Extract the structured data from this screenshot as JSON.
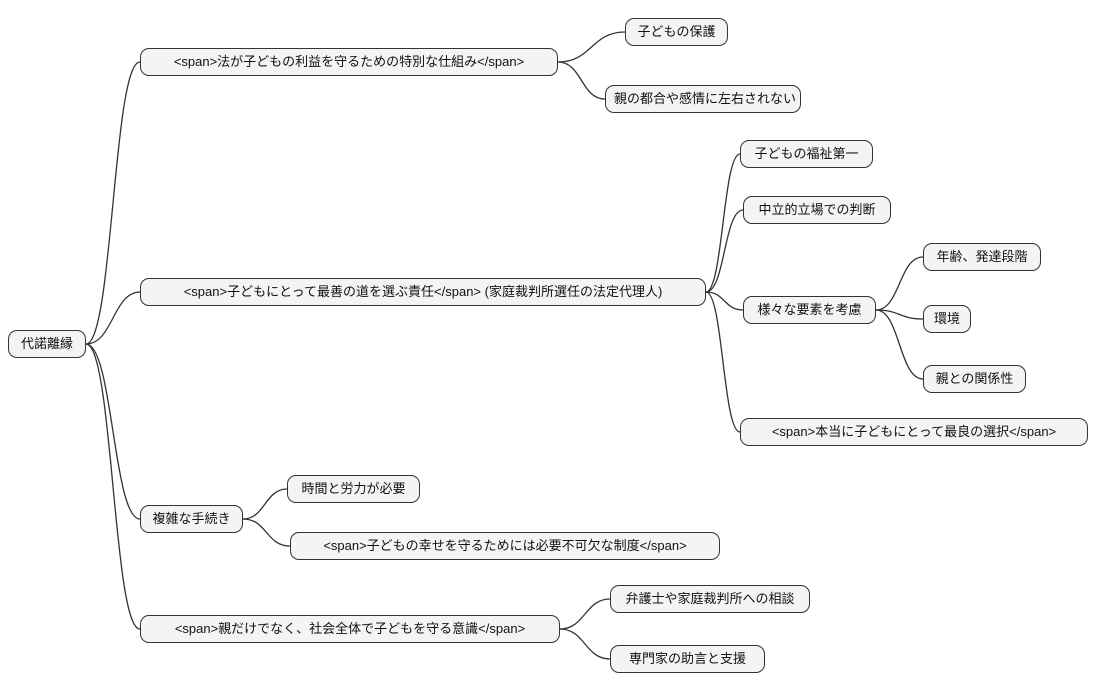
{
  "style": {
    "node_fill": "#f4f4f4",
    "node_border": "#333333",
    "edge_color": "#333333",
    "background": "#ffffff"
  },
  "diagram": {
    "type": "mindmap",
    "root": {
      "label": "代諾離縁",
      "children": [
        {
          "label": "<span>法が子どもの利益を守るための特別な仕組み</span>",
          "children": [
            {
              "label": "子どもの保護"
            },
            {
              "label": "親の都合や感情に左右されない"
            }
          ]
        },
        {
          "label": "<span>子どもにとって最善の道を選ぶ責任</span> (家庭裁判所選任の法定代理人)",
          "children": [
            {
              "label": "子どもの福祉第一"
            },
            {
              "label": "中立的立場での判断"
            },
            {
              "label": "様々な要素を考慮",
              "children": [
                {
                  "label": "年齢、発達段階"
                },
                {
                  "label": "環境"
                },
                {
                  "label": "親との関係性"
                }
              ]
            },
            {
              "label": "<span>本当に子どもにとって最良の選択</span>"
            }
          ]
        },
        {
          "label": "複雑な手続き",
          "children": [
            {
              "label": "時間と労力が必要"
            },
            {
              "label": "<span>子どもの幸せを守るためには必要不可欠な制度</span>"
            }
          ]
        },
        {
          "label": "<span>親だけでなく、社会全体で子どもを守る意識</span>",
          "children": [
            {
              "label": "弁護士や家庭裁判所への相談"
            },
            {
              "label": "専門家の助言と支援"
            }
          ]
        }
      ]
    }
  }
}
